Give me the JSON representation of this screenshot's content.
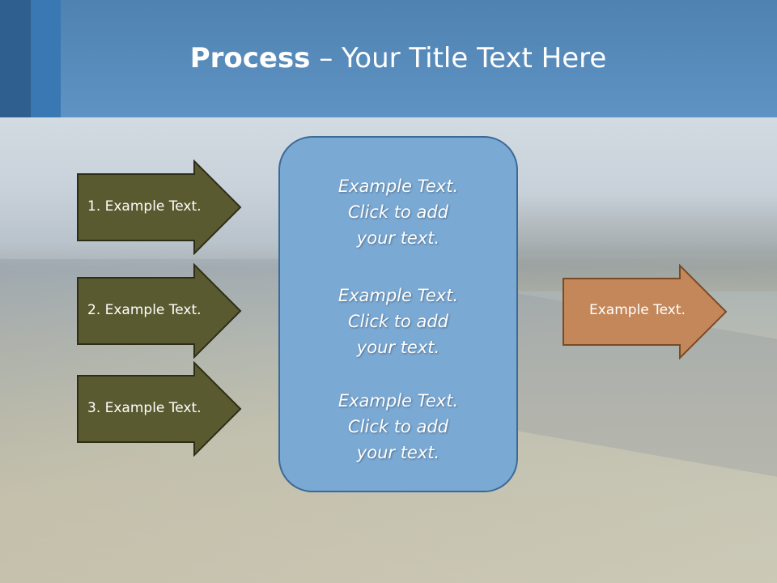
{
  "slide": {
    "title_strong": "Process",
    "title_rest": " – Your Title Text Here"
  },
  "left_arrows": [
    {
      "label": "1. Example Text."
    },
    {
      "label": "2. Example Text."
    },
    {
      "label": "3. Example Text."
    }
  ],
  "center_box": {
    "items": [
      {
        "line1": "Example Text.",
        "line2": "Click  to add",
        "line3": "your text."
      },
      {
        "line1": "Example Text.",
        "line2": "Click  to add",
        "line3": "your text."
      },
      {
        "line1": "Example Text.",
        "line2": "Click  to add",
        "line3": "your text."
      }
    ]
  },
  "right_arrow": {
    "label": "Example Text."
  },
  "colors": {
    "title_bar": "#5e93c3",
    "left_arrow_fill": "#5a5a31",
    "right_arrow_fill": "#c4875a",
    "center_box_fill": "#7aa9d4"
  }
}
